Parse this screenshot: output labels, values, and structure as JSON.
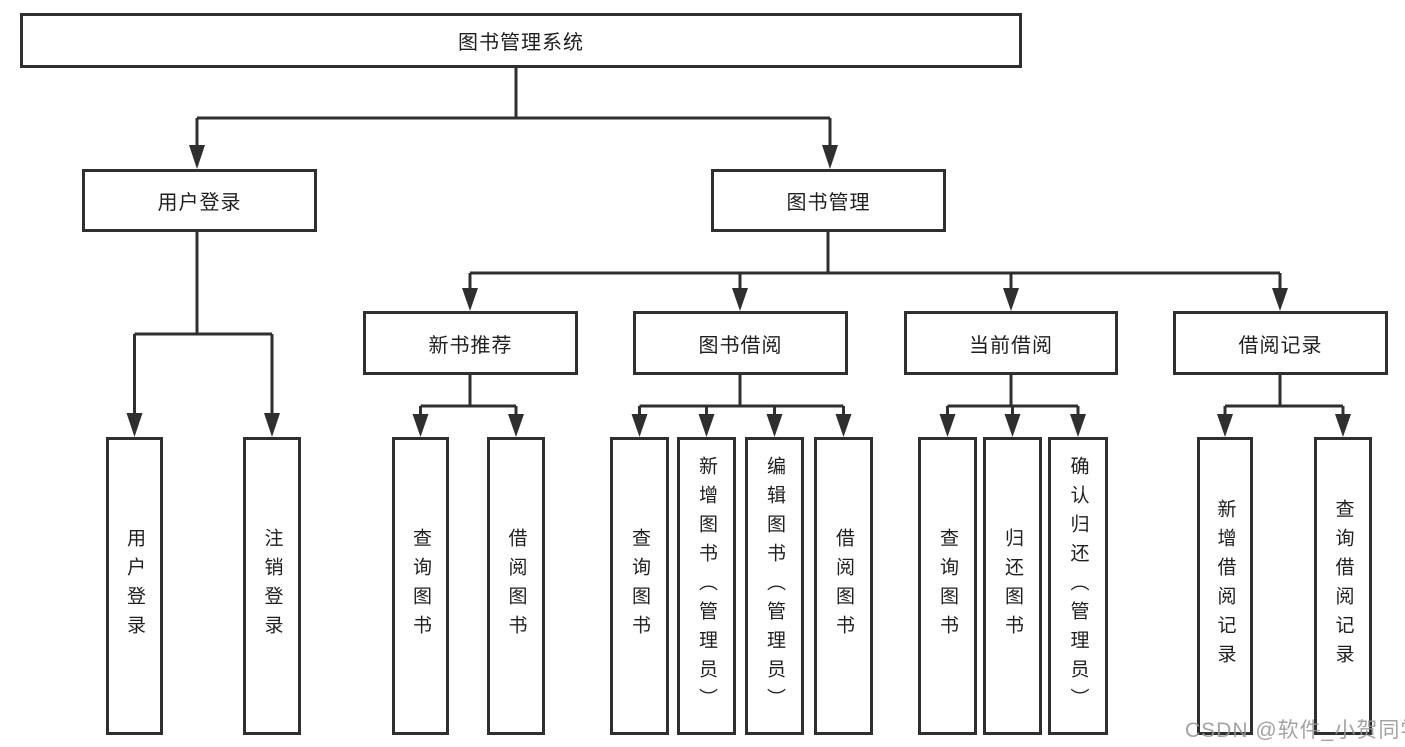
{
  "diagram": {
    "tree": {
      "label": "图书管理系统",
      "children": [
        {
          "label": "用户登录",
          "children": [
            {
              "label": "用户登录"
            },
            {
              "label": "注销登录"
            }
          ]
        },
        {
          "label": "图书管理",
          "children": [
            {
              "label": "新书推荐",
              "children": [
                {
                  "label": "查询图书"
                },
                {
                  "label": "借阅图书"
                }
              ]
            },
            {
              "label": "图书借阅",
              "children": [
                {
                  "label": "查询图书"
                },
                {
                  "label": "新增图书（管理员）"
                },
                {
                  "label": "编辑图书（管理员）"
                },
                {
                  "label": "借阅图书"
                }
              ]
            },
            {
              "label": "当前借阅",
              "children": [
                {
                  "label": "查询图书"
                },
                {
                  "label": "归还图书"
                },
                {
                  "label": "确认归还（管理员）"
                }
              ]
            },
            {
              "label": "借阅记录",
              "children": [
                {
                  "label": "新增借阅记录"
                },
                {
                  "label": "查询借阅记录"
                }
              ]
            }
          ]
        }
      ]
    },
    "colors": {
      "line": "#2f2f2f",
      "border": "#2f2f2f",
      "text": "#1f1f1f",
      "background": "#ffffff",
      "watermark": "#969696"
    }
  },
  "watermark": {
    "text": "CSDN @软件_小贺同学"
  }
}
